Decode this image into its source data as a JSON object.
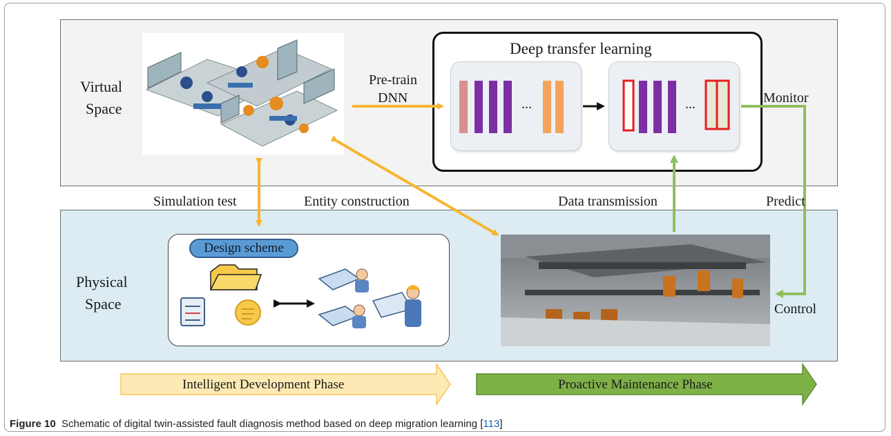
{
  "virtual_space": {
    "line1": "Virtual",
    "line2": "Space"
  },
  "physical_space": {
    "line1": "Physical",
    "line2": "Space"
  },
  "deep_transfer": {
    "title": "Deep transfer learning",
    "dots_left": "...",
    "dots_right": "..."
  },
  "labels": {
    "pretrain_line1": "Pre-train",
    "pretrain_line2": "DNN",
    "monitor": "Monitor",
    "simulation_test": "Simulation test",
    "entity_construction": "Entity construction",
    "data_transmission": "Data transmission",
    "predict": "Predict",
    "control": "Control"
  },
  "design_scheme": "Design scheme",
  "phases": {
    "development": "Intelligent Development Phase",
    "maintenance": "Proactive Maintenance Phase"
  },
  "caption": {
    "figure": "Figure 10",
    "text": "Schematic of digital twin-assisted fault diagnosis method based on deep migration learning",
    "ref_open": "[",
    "ref": "113",
    "ref_close": "]"
  },
  "colors": {
    "orange_arrow": "#f7b531",
    "green_arrow": "#8fbe5e",
    "purple_layer": "#7b2fa3",
    "orange_layer": "#f4a35a",
    "pink_layer": "#d88f8f",
    "red_outline": "#e81d1d",
    "physical_bg": "#ddecf3",
    "virtual_bg": "#f3f3f3"
  }
}
